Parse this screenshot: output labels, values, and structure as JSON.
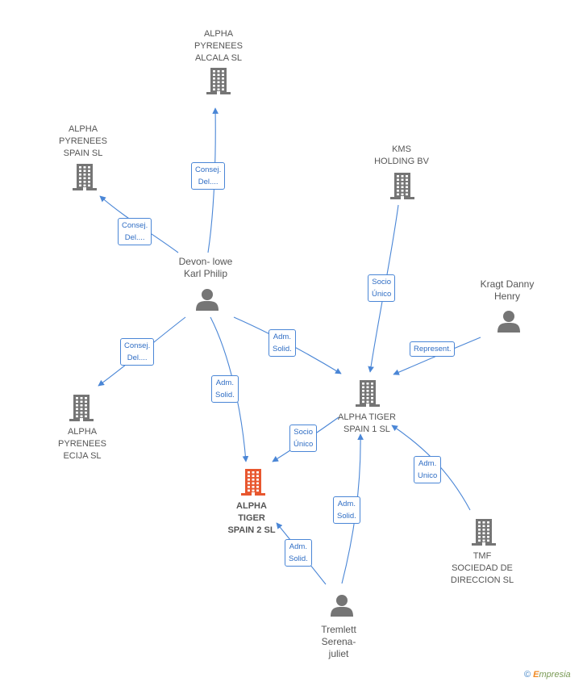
{
  "colors": {
    "edge": "#4a86d6",
    "building": "#757575",
    "building_main": "#e8572f",
    "person": "#757575"
  },
  "nodes": {
    "alcala": {
      "label": "ALPHA\nPYRENEES\nALCALA SL",
      "icon": "building-icon"
    },
    "spain": {
      "label": "ALPHA\nPYRENEES\nSPAIN SL",
      "icon": "building-icon"
    },
    "kms": {
      "label": "KMS\nHOLDING BV",
      "icon": "building-icon"
    },
    "devon": {
      "label": "Devon- lowe\nKarl Philip",
      "icon": "person-icon"
    },
    "kragt": {
      "label": "Kragt Danny\nHenry",
      "icon": "person-icon"
    },
    "ecija": {
      "label": "ALPHA\nPYRENEES\nECIJA SL",
      "icon": "building-icon"
    },
    "tiger1": {
      "label": "ALPHA TIGER\nSPAIN 1  SL",
      "icon": "building-icon"
    },
    "tiger2": {
      "label": "ALPHA\nTIGER\nSPAIN 2  SL",
      "icon": "building-icon"
    },
    "tmf": {
      "label": "TMF\nSOCIEDAD DE\nDIRECCION SL",
      "icon": "building-icon"
    },
    "tremlett": {
      "label": "Tremlett\nSerena-\njuliet",
      "icon": "person-icon"
    }
  },
  "edges": [
    {
      "label": "Consej.\nDel...."
    },
    {
      "label": "Consej.\nDel...."
    },
    {
      "label": "Consej.\nDel...."
    },
    {
      "label": "Adm.\nSolid."
    },
    {
      "label": "Adm.\nSolid."
    },
    {
      "label": "Socio\nÚnico"
    },
    {
      "label": "Represent."
    },
    {
      "label": "Socio\nÚnico"
    },
    {
      "label": "Adm.\nUnico"
    },
    {
      "label": "Adm.\nSolid."
    },
    {
      "label": "Adm.\nSolid."
    }
  ],
  "footer": {
    "copyright_symbol": "©",
    "brand_first": "E",
    "brand_rest": "mpresia"
  }
}
